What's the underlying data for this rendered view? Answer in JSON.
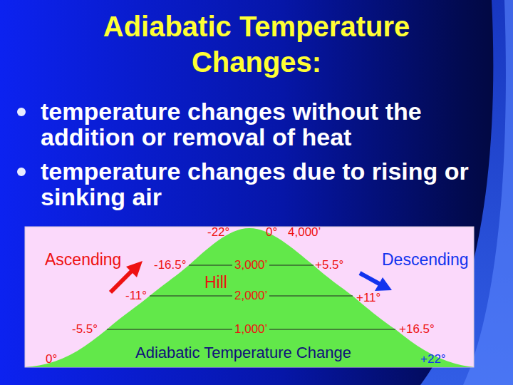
{
  "diagram": {
    "title": "Adiabatic Temperature Changes:",
    "labels": [
      "temperature changes without the addition or removal of heat",
      "temperature changes due to rising or sinking air",
      "-22°",
      "0°",
      "4,000’",
      "Ascending",
      "-16.5°",
      "3,000’",
      "+5.5°",
      "Descending",
      "Hill",
      "-11°",
      "2,000’",
      "+11°",
      "-5.5°",
      "1,000’",
      "+16.5°",
      "0°",
      "Adiabatic Temperature Change",
      "+22°"
    ]
  }
}
